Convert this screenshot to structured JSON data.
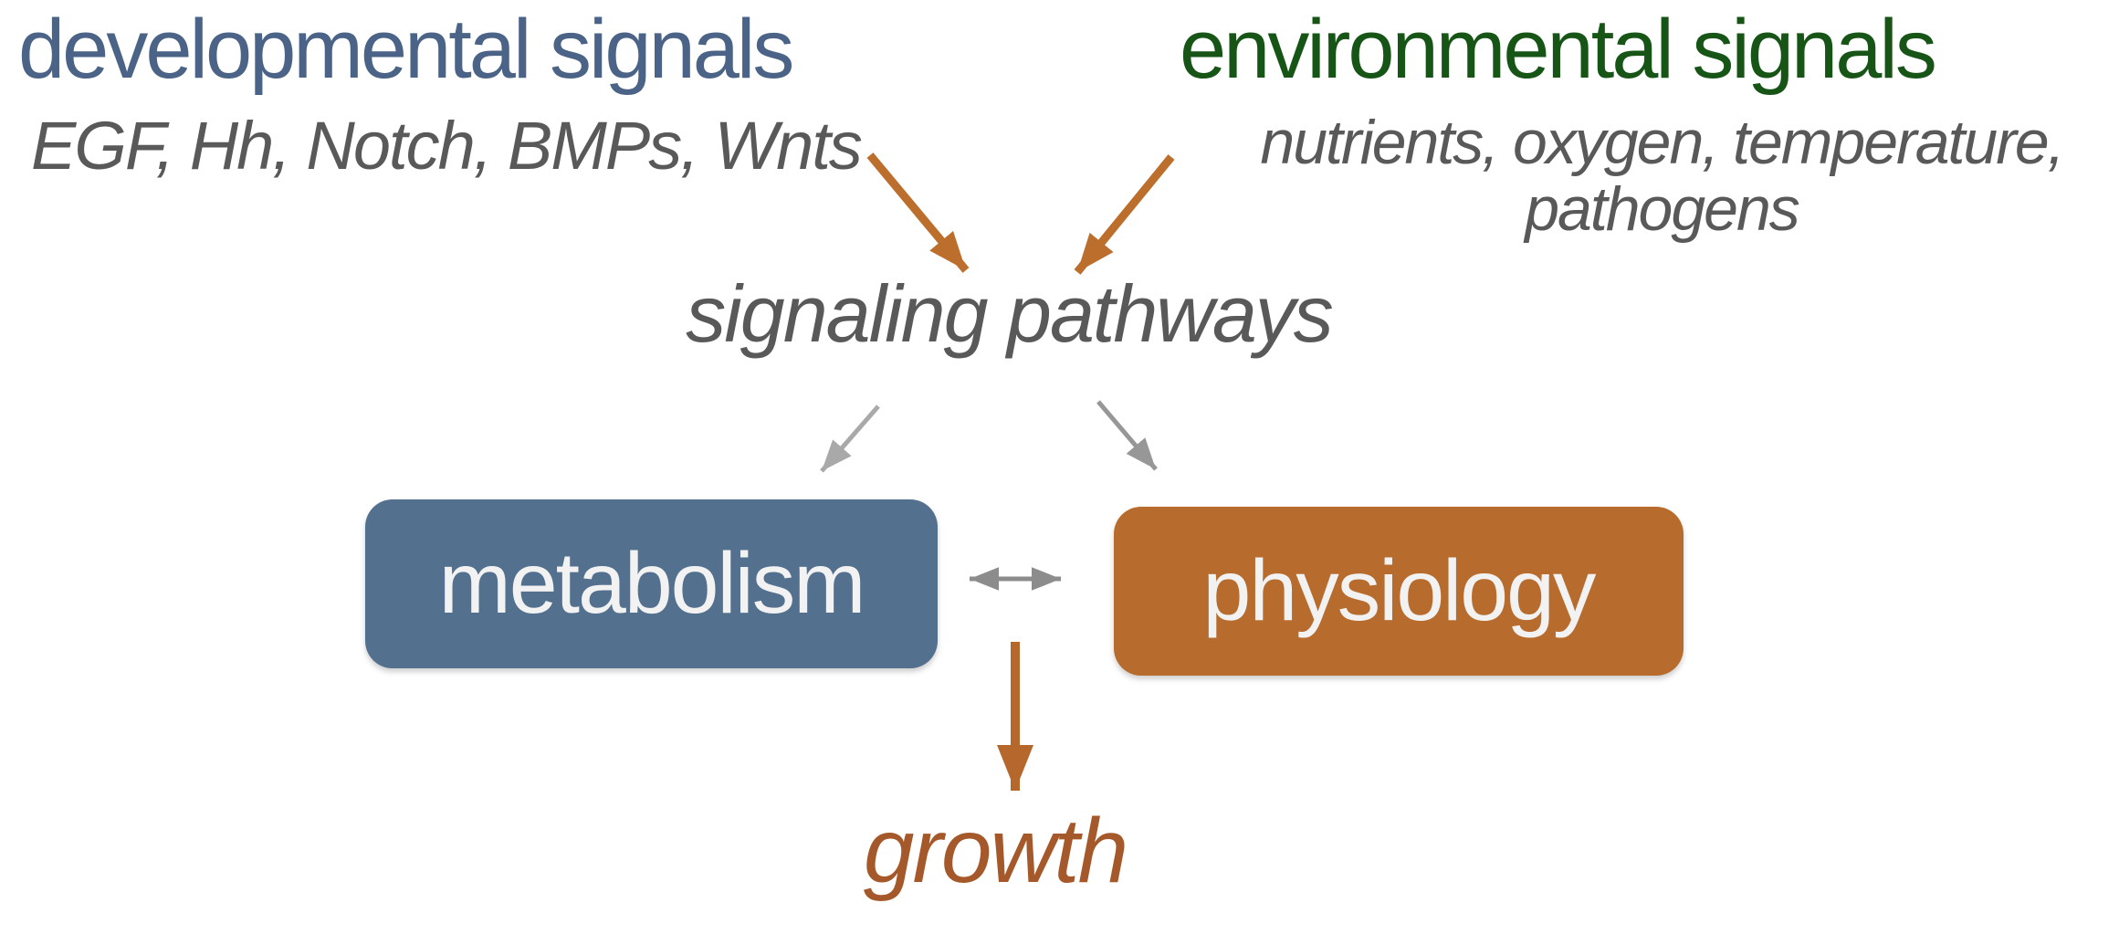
{
  "diagram": {
    "developmental": {
      "title": "developmental signals",
      "subtitle": "EGF, Hh, Notch, BMPs, Wnts"
    },
    "environmental": {
      "title": "environmental signals",
      "subtitle_line1": "nutrients, oxygen, temperature,",
      "subtitle_line2": "pathogens"
    },
    "hub": {
      "label": "signaling pathways"
    },
    "nodes": {
      "metabolism": {
        "label": "metabolism"
      },
      "physiology": {
        "label": "physiology"
      }
    },
    "outcome": {
      "label": "growth"
    },
    "arrows": [
      {
        "name": "developmental-to-signaling",
        "style": "orange"
      },
      {
        "name": "environmental-to-signaling",
        "style": "orange"
      },
      {
        "name": "signaling-to-metabolism",
        "style": "gray"
      },
      {
        "name": "signaling-to-physiology",
        "style": "gray"
      },
      {
        "name": "metabolism-physiology-bidirectional",
        "style": "gray-double"
      },
      {
        "name": "to-growth",
        "style": "orange"
      }
    ],
    "colors": {
      "developmental_title": "#4a6386",
      "environmental_title": "#175517",
      "subtitle_gray": "#595959",
      "hub_gray": "#595959",
      "metabolism_box": "#53708e",
      "physiology_box": "#b76b2c",
      "box_text": "#f2f2f2",
      "orange_arrow": "#bc6e2d",
      "gray_arrow_light": "#a9a9a9",
      "gray_arrow_dark": "#979797",
      "double_arrow": "#8c8c8c",
      "growth_arrow": "#b5672c",
      "growth_text": "#a5592a"
    }
  }
}
